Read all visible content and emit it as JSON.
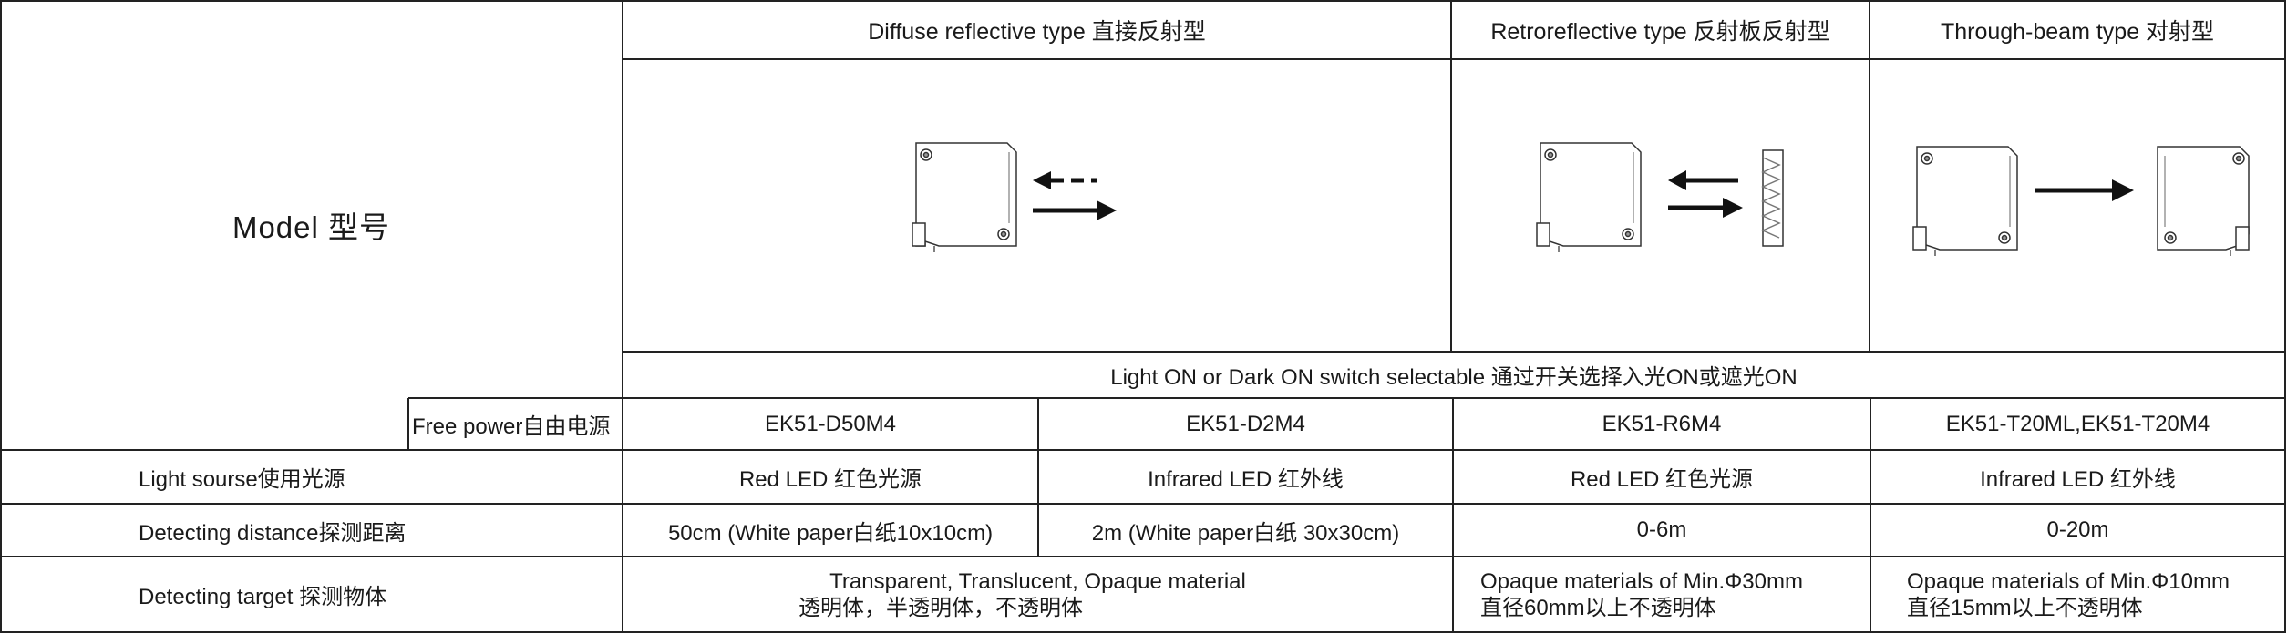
{
  "model_label": "Model 型号",
  "types": {
    "diffuse": "Diffuse reflective type 直接反射型",
    "retro": "Retroreflective  type 反射板反射型",
    "through": "Through-beam  type 对射型"
  },
  "switch_note": "Light ON or Dark ON switch selectable  通过开关选择入光ON或遮光ON",
  "free_power": {
    "label": "Free power自由电源",
    "models": [
      "EK51-D50M4",
      "EK51-D2M4",
      "EK51-R6M4",
      "EK51-T20ML,EK51-T20M4"
    ]
  },
  "light_source": {
    "label": "Light sourse使用光源",
    "values": [
      "Red LED  红色光源",
      "Infrared LED  红外线",
      "Red LED  红色光源",
      "Infrared LED  红外线"
    ]
  },
  "distance": {
    "label": "Detecting distance探测距离",
    "values": [
      "50cm (White paper白纸10x10cm)",
      "2m (White paper白纸 30x30cm)",
      "0-6m",
      "0-20m"
    ]
  },
  "target": {
    "label": "Detecting target 探测物体",
    "diffuse_line1": "Transparent, Translucent, Opaque material",
    "diffuse_line2": "透明体，半透明体，不透明体",
    "retro_line1": "Opaque materials of Min.Φ30mm",
    "retro_line2": "直径60mm以上不透明体",
    "through_line1": "Opaque materials of Min.Φ10mm",
    "through_line2": "直径15mm以上不透明体"
  }
}
